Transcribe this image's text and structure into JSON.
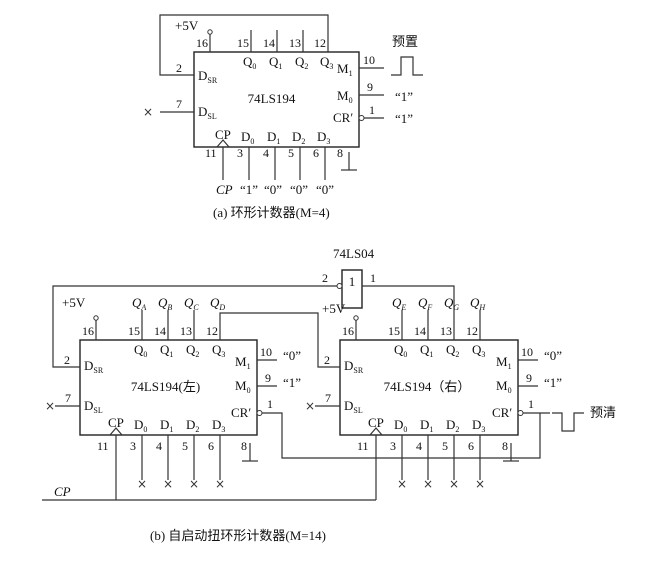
{
  "diagram_a": {
    "chip_label": "74LS194",
    "vcc_label": "+5V",
    "pins_top": [
      "16",
      "15",
      "14",
      "13",
      "12"
    ],
    "outputs": [
      "Q0",
      "Q1",
      "Q2",
      "Q3"
    ],
    "left_pins": [
      {
        "num": "2",
        "label": "D",
        "sub": "SR"
      },
      {
        "num": "7",
        "label": "D",
        "sub": "SL"
      }
    ],
    "right_pins": [
      {
        "num": "10",
        "label": "M",
        "sub": "1",
        "input": "pulse"
      },
      {
        "num": "9",
        "label": "M",
        "sub": "0",
        "input": "“1”"
      },
      {
        "num": "1",
        "label": "CR′",
        "input": "“1”"
      }
    ],
    "preset_label": "预置",
    "bottom_pins": [
      "11",
      "3",
      "4",
      "5",
      "6",
      "8"
    ],
    "data_inputs": [
      "D0",
      "D1",
      "D2",
      "D3"
    ],
    "cp_pin_label": "CP",
    "bottom_inputs": [
      "CP",
      "“1”",
      "“0”",
      "“0”",
      "“0”"
    ],
    "unused_mark": "×",
    "caption": "(a) 环形计数器(M=4)"
  },
  "diagram_b": {
    "inverter_label": "74LS04",
    "inverter_symbol": "1",
    "inverter_pins": [
      "2",
      "1"
    ],
    "left_chip": {
      "label": "74LS194(左)",
      "vcc_label": "+5V",
      "pins_top": [
        "16",
        "15",
        "14",
        "13",
        "12"
      ],
      "output_names": [
        "QA",
        "QB",
        "QC",
        "QD"
      ],
      "m1_input": "“0”",
      "m0_input": "“1”"
    },
    "right_chip": {
      "label": "74LS194（右）",
      "vcc_label": "+5V",
      "pins_top": [
        "16",
        "15",
        "14",
        "13",
        "12"
      ],
      "output_names": [
        "QE",
        "QF",
        "QG",
        "QH"
      ],
      "m1_input": "“0”",
      "m0_input": "“1”"
    },
    "clear_label": "预清",
    "cp_label": "CP",
    "caption": "(b) 自启动扭环形计数器(M=14)"
  }
}
